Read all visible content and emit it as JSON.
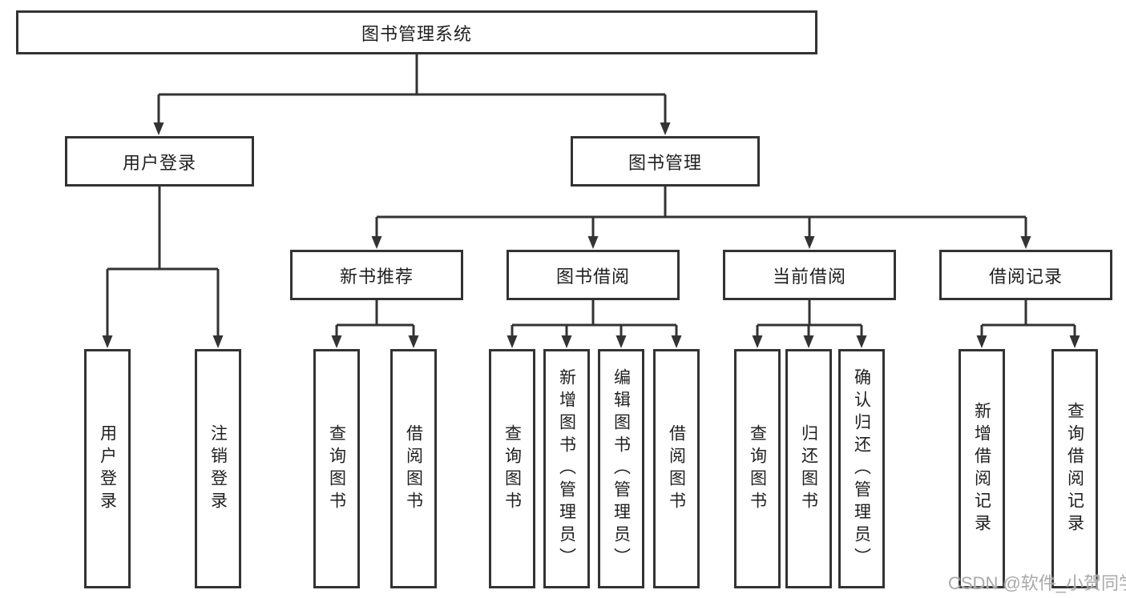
{
  "diagram": {
    "root": {
      "label": "图书管理系统"
    },
    "level1": [
      {
        "id": "user-login",
        "label": "用户登录"
      },
      {
        "id": "book-management",
        "label": "图书管理"
      }
    ],
    "level2": [
      {
        "id": "new-book-recommend",
        "label": "新书推荐",
        "parent": "图书管理"
      },
      {
        "id": "book-borrowing",
        "label": "图书借阅",
        "parent": "图书管理"
      },
      {
        "id": "current-borrowing",
        "label": "当前借阅",
        "parent": "图书管理"
      },
      {
        "id": "borrowing-records",
        "label": "借阅记录",
        "parent": "图书管理"
      }
    ],
    "leaves": [
      {
        "label": "用户登录",
        "parent": "用户登录"
      },
      {
        "label": "注销登录",
        "parent": "用户登录"
      },
      {
        "label": "查询图书",
        "parent": "新书推荐"
      },
      {
        "label": "借阅图书",
        "parent": "新书推荐"
      },
      {
        "label": "查询图书",
        "parent": "图书借阅"
      },
      {
        "label": "新增图书（管理员）",
        "parent": "图书借阅"
      },
      {
        "label": "编辑图书（管理员）",
        "parent": "图书借阅"
      },
      {
        "label": "借阅图书",
        "parent": "图书借阅"
      },
      {
        "label": "查询图书",
        "parent": "当前借阅"
      },
      {
        "label": "归还图书",
        "parent": "当前借阅"
      },
      {
        "label": "确认归还（管理员）",
        "parent": "当前借阅"
      },
      {
        "label": "新增借阅记录",
        "parent": "借阅记录"
      },
      {
        "label": "查询借阅记录",
        "parent": "借阅记录"
      }
    ]
  },
  "watermark": {
    "text": "CSDN @软件_小贺同学"
  },
  "colors": {
    "line": "#333333",
    "box_border": "#333333",
    "text": "#1f1f1f",
    "watermark": "#a9a9a9",
    "background": "#ffffff"
  }
}
